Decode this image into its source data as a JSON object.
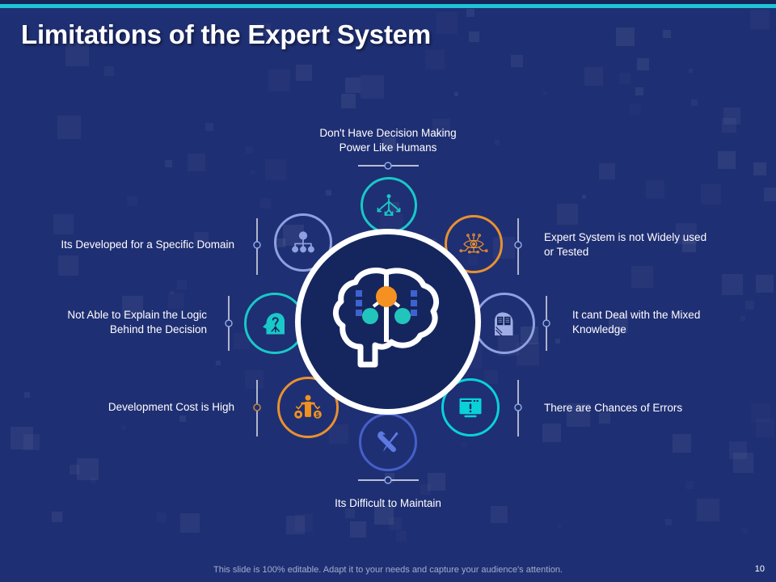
{
  "slide": {
    "title": "Limitations of the Expert System",
    "page_number": "10",
    "footer_note": "This slide is 100% editable. Adapt it to your needs and capture your audience's attention."
  },
  "colors": {
    "background": "#1f2f73",
    "accent_bar": "#21c3d6",
    "hub_fill": "#15265e",
    "hub_ring": "#ffffff",
    "teal": "#19c8c8",
    "cyan": "#0ad1d8",
    "orange": "#e8912f",
    "periwinkle": "#8fa0e0",
    "indigo": "#4560c8",
    "text": "#ffffff"
  },
  "hub": {
    "icon": "brain-network-icon",
    "accent_node_color": "#f59120",
    "leaf_node_color": "#22c5bb"
  },
  "nodes": [
    {
      "id": "decision-making-power",
      "label": "Don't Have Decision Making\nPower Like Humans",
      "icon": "person-decision-arrows-icon",
      "color": "#19c8c8",
      "side": "top"
    },
    {
      "id": "specific-domain",
      "label": "Its Developed for a Specific Domain",
      "icon": "org-hierarchy-icon",
      "color": "#8fa0e0",
      "side": "left"
    },
    {
      "id": "not-widely-used",
      "label": "Expert System is not Widely used\nor Tested",
      "icon": "ai-eye-icon",
      "color": "#e8912f",
      "side": "right"
    },
    {
      "id": "explain-logic",
      "label": "Not Able to Explain the Logic\nBehind the Decision",
      "icon": "head-question-icon",
      "color": "#19c8c8",
      "side": "left"
    },
    {
      "id": "mixed-knowledge",
      "label": "It cant Deal with the Mixed\nKnowledge",
      "icon": "head-book-icon",
      "color": "#8fa0e0",
      "side": "right"
    },
    {
      "id": "development-cost",
      "label": "Development Cost is High",
      "icon": "person-cost-icon",
      "color": "#e8912f",
      "side": "left"
    },
    {
      "id": "chances-of-errors",
      "label": "There are Chances of Errors",
      "icon": "browser-alert-icon",
      "color": "#0ad1d8",
      "side": "right"
    },
    {
      "id": "difficult-to-maintain",
      "label": "Its Difficult to Maintain",
      "icon": "tools-wrench-screwdriver-icon",
      "color": "#4560c8",
      "side": "bottom"
    }
  ]
}
